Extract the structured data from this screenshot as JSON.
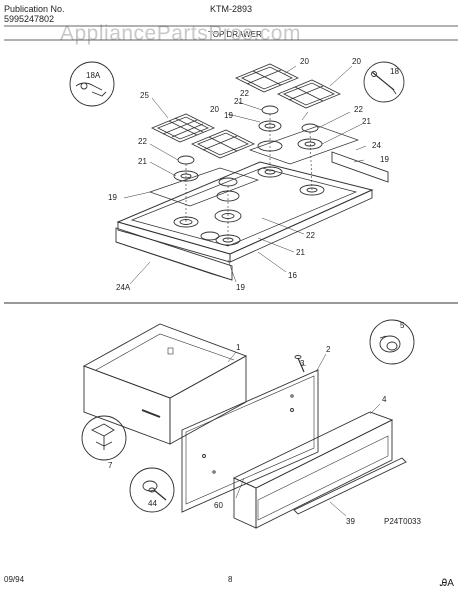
{
  "header": {
    "publication_label": "Publication No.",
    "publication_number": "5995247802",
    "model": "KTM-2893",
    "section": "TOP/DRAWER"
  },
  "watermark": "AppliancePartsPros.com",
  "top_callouts": {
    "n20a": "20",
    "n20b": "20",
    "n20c": "20",
    "n25": "25",
    "n22a": "22",
    "n22b": "22",
    "n22c": "22",
    "n21a": "21",
    "n21b": "21",
    "n21c": "21",
    "n21d": "21",
    "n19a": "19",
    "n19b": "19",
    "n19c": "19",
    "n19d": "19",
    "n24": "24",
    "n24a": "24A",
    "n16": "16",
    "n18a": "18A",
    "n18": "18"
  },
  "bottom_callouts": {
    "n1": "1",
    "n2": "2",
    "n3": "3",
    "n4": "4",
    "n5": "5",
    "n7": "7",
    "n44": "44",
    "n60": "60",
    "n39": "39",
    "part_code": "P24T0033"
  },
  "footer": {
    "date": "09/94",
    "page": "8",
    "mark": "ᎯA"
  }
}
